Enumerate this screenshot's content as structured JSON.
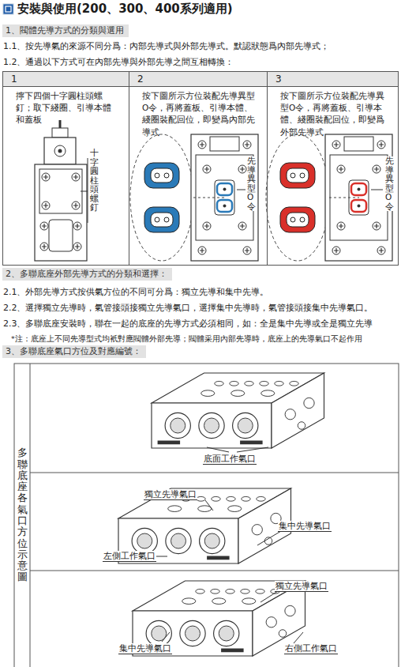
{
  "diagram": {
    "title": "安裝與使用(200、300、400系列適用)",
    "nodes": [
      {
        "text": [
          "1、閥體先導方式的分類與選用"
        ]
      },
      {
        "text": [
          "1",
          "擰下四個十字圓柱頭螺釘；取下綫圈、引導本體和蓋板"
        ]
      },
      {
        "text": [
          "2",
          "按下圖所示方位裝配先導異型O令，再將蓋板、引導本體、綫圈裝配回位，即變爲內部先導式"
        ]
      },
      {
        "text": [
          "3",
          "按下圖所示方位裝配先導異型O令，再將蓋板、引導本體、綫圈裝配回位，即變爲外部先導式"
        ]
      },
      {
        "text": [
          "2、多聯底座外部先導方式的分類和選擇："
        ]
      },
      {
        "text": [
          "3、多聯底座氣口方位及對應編號："
        ]
      },
      {
        "text": [
          "多聯底座各氣口方位示意圖"
        ]
      }
    ],
    "labels": [
      "1.1、按先導氣的來源不同分爲：內部先導式與外部先導式。默認狀態爲內部先導式；",
      "1.2、通過以下方式可在內部先導與外部先導之間互相轉換：",
      "十字圓柱頭螺釘",
      "先導異型O令",
      "先導異型O令",
      "2.1、外部先導方式按供氣方位的不同可分爲：獨立先導和集中先導。",
      "2.2、選擇獨立先導時，氣管接頭接獨立先導氣口，選擇集中先導時，氣管接頭接集中先導氣口。",
      "2.3、多聯底座安裝時，聯在一起的底座的先導方式必須相同，如：全是集中先導或全是獨立先導",
      "*注：底座上不同先導型式均衹對應閥體外部先導；閥體采用內部先導時，底座上的先導氣口不起作用",
      "底面工作氣口",
      "獨立先導氣口",
      "左側工作氣口",
      "集中先導氣口",
      "獨立先導氣口",
      "集中先導氣口",
      "右側工作氣口"
    ]
  }
}
